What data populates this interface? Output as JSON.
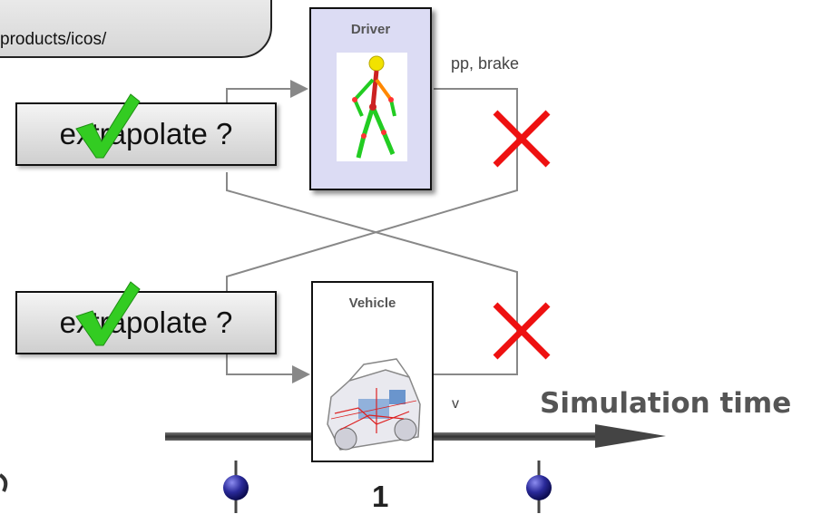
{
  "header": {
    "url_fragment": "products/icos/"
  },
  "blocks": {
    "driver": {
      "title": "Driver",
      "image": "crash-test-dummy-skeleton"
    },
    "vehicle": {
      "title": "Vehicle",
      "image": "car-xray-cutaway"
    }
  },
  "extrapolate": [
    {
      "label": "extrapolate ?",
      "status": "accepted"
    },
    {
      "label": "extrapolate ?",
      "status": "accepted"
    }
  ],
  "signals": {
    "driver_output": "pp, brake",
    "vehicle_output": "v"
  },
  "timeline": {
    "label": "Simulation time",
    "tick_label": "1",
    "markers": 2
  },
  "colors": {
    "check": "#33cc22",
    "cross": "#ee1111",
    "block_driver_fill": "#dcdcf4",
    "time_label": "#555555"
  },
  "icons": [
    "green-check-icon",
    "red-cross-icon",
    "timeline-marker-icon"
  ]
}
